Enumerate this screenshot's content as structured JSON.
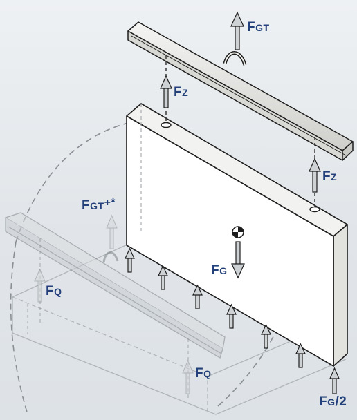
{
  "labels": {
    "f_gt": {
      "main": "F",
      "sub": "GT",
      "sup": ""
    },
    "f_z_top": {
      "main": "F",
      "sub": "Z",
      "sup": ""
    },
    "f_z_right": {
      "main": "F",
      "sub": "Z",
      "sup": ""
    },
    "f_gt_star": {
      "main": "F",
      "sub": "GT",
      "sup": "+*"
    },
    "f_g": {
      "main": "F",
      "sub": "G",
      "sup": ""
    },
    "f_q_left": {
      "main": "F",
      "sub": "Q",
      "sup": ""
    },
    "f_q_bottom": {
      "main": "F",
      "sub": "Q",
      "sup": ""
    },
    "f_g_half": {
      "main": "F",
      "sub": "G",
      "sup": "/2"
    }
  },
  "colors": {
    "label": "#23407a",
    "outline": "#1e1e1e",
    "ghost": "#8c9196",
    "panel_face": "#ffffff",
    "panel_side": "#e8e8e6",
    "arrow_fill": "#cfd2d4",
    "dashed_arc": "#8a8f94"
  },
  "icons": {
    "center_of_gravity": "center-of-gravity-icon",
    "upward_force": "arrow-up-icon",
    "downward_force": "arrow-down-icon"
  }
}
